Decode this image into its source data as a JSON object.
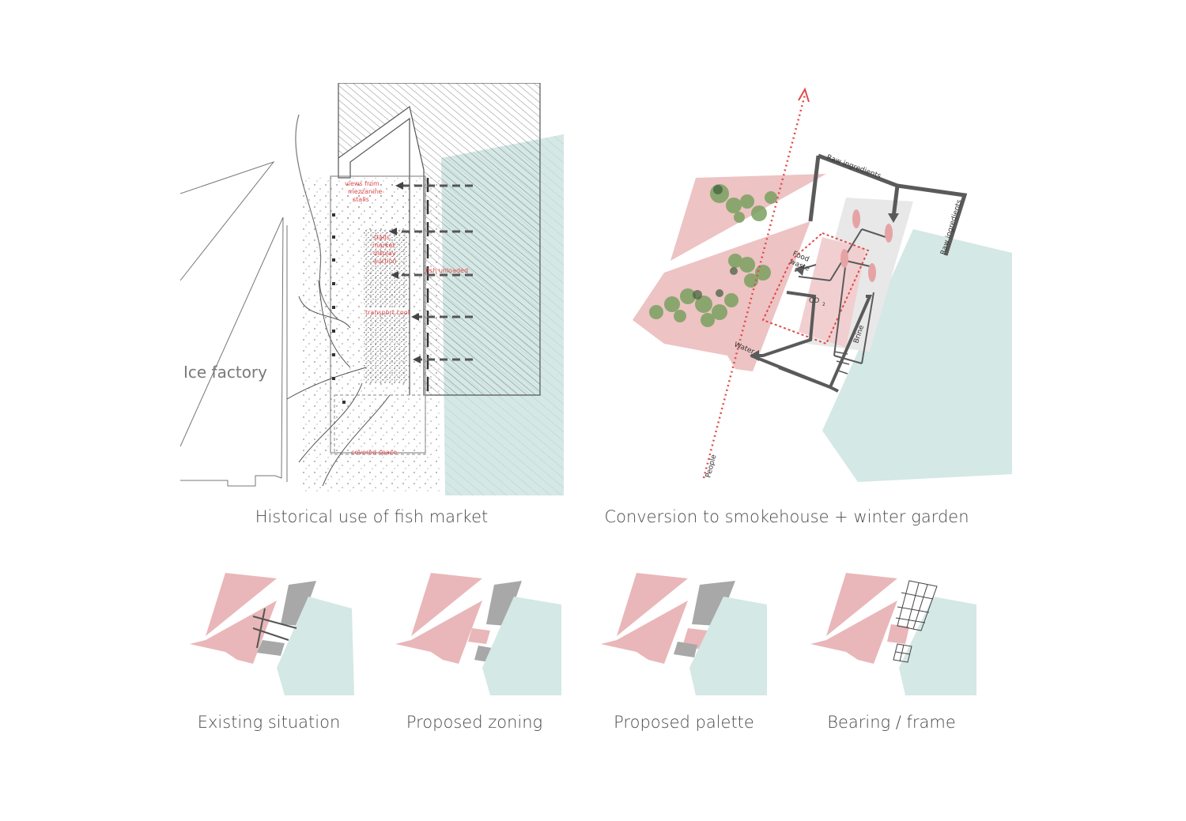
{
  "colors": {
    "pink": "#e9b7b9",
    "teal": "#d4e8e5",
    "grey": "#a8a8a8",
    "red": "#e04b4b",
    "dark": "#5a5a5a"
  },
  "main_left": {
    "caption": "Historical use of fish market",
    "ice_factory_label": "Ice factory",
    "labels": {
      "views": "views from",
      "views2": "mezzanine",
      "views3": "stalls",
      "stalls1": "stalls",
      "stalls2": "market",
      "stalls3": "display",
      "stalls4": "auction",
      "fish_unloaded": "fish unloaded",
      "transport": "transport cool",
      "covered": "covered space"
    }
  },
  "main_right": {
    "caption": "Conversion to smokehouse + winter garden",
    "labels": {
      "raw1": "Raw ingredients",
      "raw2": "Raw ingredients",
      "food1": "Food",
      "food2": "waste",
      "co2": "CO",
      "co2_sub": "2",
      "water": "Water",
      "brine": "Brine",
      "people": "People"
    }
  },
  "small_panels": [
    {
      "caption": "Existing situation"
    },
    {
      "caption": "Proposed zoning"
    },
    {
      "caption": "Proposed palette"
    },
    {
      "caption": "Bearing / frame"
    }
  ]
}
